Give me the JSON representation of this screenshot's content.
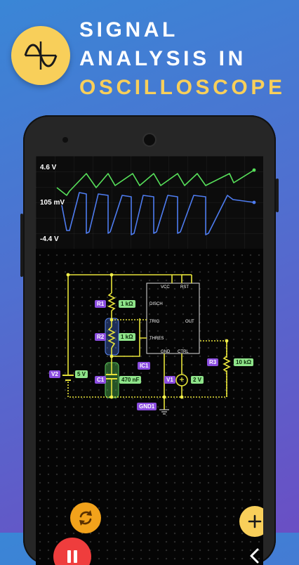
{
  "headline": {
    "line1": "SIGNAL",
    "line2": "ANALYSIS IN",
    "line3": "OSCILLOSCOPE"
  },
  "icons": {
    "logo": "sine-wave-icon",
    "hide": "eye-off-icon",
    "close": "close-icon",
    "refresh": "refresh-icon",
    "pause": "pause-icon",
    "add": "plus-icon",
    "back": "chevron-left-icon"
  },
  "colors": {
    "accent": "#f8cf5a",
    "trace_green": "#57e05a",
    "trace_blue": "#4e7cf0",
    "wire": "#e6e23a",
    "label_purple": "#8b4de0",
    "label_green": "#8fe48a",
    "pause_red": "#ef3d3d",
    "refresh_orange": "#f2a21b"
  },
  "oscilloscope": {
    "top_label": "4.6 V",
    "mid_label": "105 mV",
    "bottom_label": "-4.4 V"
  },
  "circuit": {
    "labels": {
      "r1": "R1",
      "r2": "R2",
      "c1": "C1",
      "v2": "V2",
      "ic1": "IC1",
      "v1": "V1",
      "r3": "R3",
      "gnd": "GND1"
    },
    "values": {
      "r1": "1 kΩ",
      "r2": "1 kΩ",
      "c1": "470 nF",
      "v2": "5 V",
      "v1": "2 V",
      "r3": "10 kΩ"
    },
    "ic_pins": {
      "vcc": "VCC",
      "rst": "RST",
      "disch": "DISCH",
      "trig": "TRIG",
      "thres": "THRES",
      "out": "OUT",
      "gnd": "GND",
      "ctrl": "CTRL"
    }
  }
}
